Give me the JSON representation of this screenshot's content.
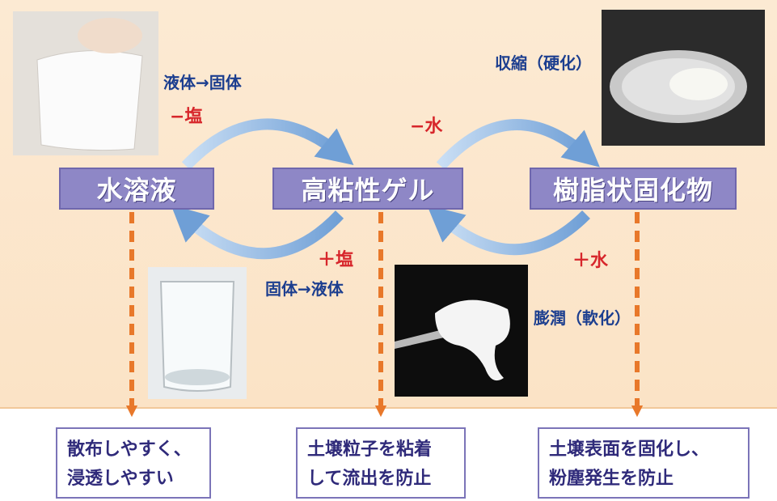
{
  "states": {
    "solution": "水溶液",
    "gel": "高粘性ゲル",
    "resin": "樹脂状固化物"
  },
  "transitions": {
    "solution_to_gel_phase": "液体→固体",
    "solution_to_gel_op": "−塩",
    "gel_to_solution_op": "＋塩",
    "gel_to_solution_phase": "固体→液体",
    "gel_to_resin_op": "−水",
    "resin_label_top": "収縮（硬化）",
    "resin_to_gel_op": "＋水",
    "gel_label_bottom": "膨潤（軟化）"
  },
  "effects": {
    "solution": [
      "散布しやすく、",
      "浸透しやすい"
    ],
    "gel": [
      "土壌粒子を粘着",
      "して流出を防止"
    ],
    "resin": [
      "土壌表面を固化し、",
      "粉塵発生を防止"
    ]
  },
  "colors": {
    "state_box": "#8e87c6",
    "arrow_blue": "#8fb6e2",
    "dashed_orange": "#e8782a",
    "op_red": "#d7262b",
    "phase_blue": "#1c3e8f"
  }
}
